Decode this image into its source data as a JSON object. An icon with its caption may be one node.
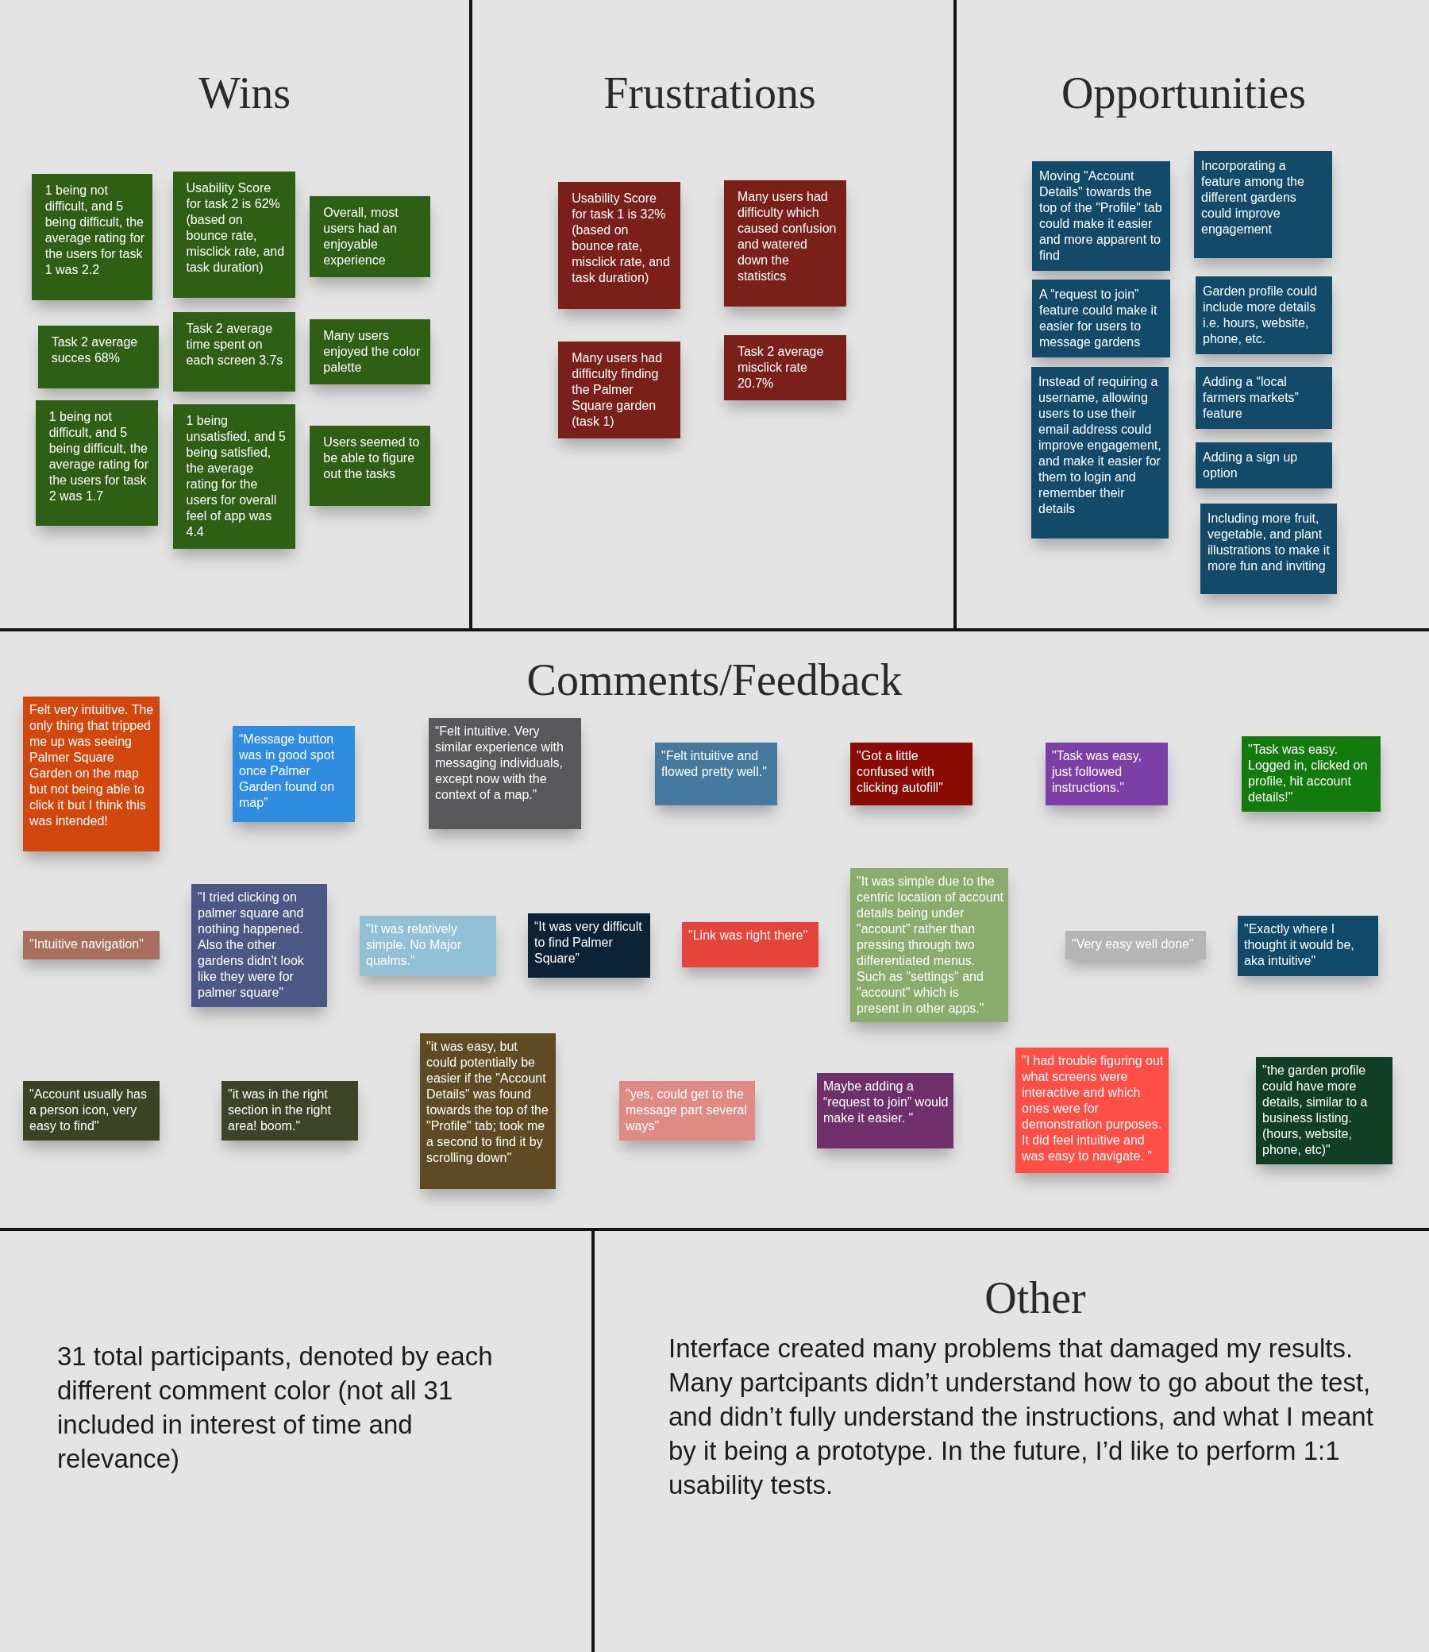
{
  "diagram": {
    "nodes": [
      {
        "text": [
          "Wins"
        ]
      },
      {
        "text": [
          "1 being not difficult, and 5 being difficult, the average rating for the users for task 1 was 2.2"
        ],
        "in": 0
      },
      {
        "text": [
          "Usability Score for task 2 is 62% (based on bounce rate, misclick rate, and task duration)"
        ],
        "in": 0
      },
      {
        "text": [
          "Overall, most users had an enjoyable experience"
        ],
        "in": 0
      },
      {
        "text": [
          "Task 2 average succes 68%"
        ],
        "in": 0
      },
      {
        "text": [
          "Task 2 average time spent on each screen 3.7s"
        ],
        "in": 0
      },
      {
        "text": [
          "Many users enjoyed the color palette"
        ],
        "in": 0
      },
      {
        "text": [
          "1 being not difficult, and 5 being difficult, the average rating for the users for task 2 was 1.7"
        ],
        "in": 0
      },
      {
        "text": [
          "1 being unsatisfied, and 5 being satisfied, the average rating for the users for overall feel of app was 4.4"
        ],
        "in": 0
      },
      {
        "text": [
          "Users seemed to be able to figure out the tasks"
        ],
        "in": 0
      },
      {
        "text": [
          "Frustrations"
        ]
      },
      {
        "text": [
          "Usability Score for task 1 is 32% (based on bounce rate, misclick rate, and task duration)"
        ],
        "in": 10
      },
      {
        "text": [
          "Many users had difficulty which caused confusion and watered down the statistics"
        ],
        "in": 10
      },
      {
        "text": [
          "Many users had difficulty finding the Palmer Square garden (task 1)"
        ],
        "in": 10
      },
      {
        "text": [
          "Task 2 average misclick rate 20.7%"
        ],
        "in": 10
      },
      {
        "text": [
          "Opportunities"
        ]
      },
      {
        "text": [
          "Moving \"Account Details\" towards the top of the \"Profile\" tab could make it easier and more apparent to find"
        ],
        "in": 15
      },
      {
        "text": [
          "Incorporating a feature among the different gardens could improve engagement"
        ],
        "in": 15
      },
      {
        "text": [
          "A “request to join” feature could make it easier for users to message gardens"
        ],
        "in": 15
      },
      {
        "text": [
          "Garden profile could include more details i.e. hours, website, phone, etc."
        ],
        "in": 15
      },
      {
        "text": [
          "Instead of requiring a username, allowing users to use their email address could improve engagement, and make it easier for them to login and remember their details"
        ],
        "in": 15
      },
      {
        "text": [
          "Adding a “local farmers markets” feature"
        ],
        "in": 15
      },
      {
        "text": [
          "Adding a sign up option"
        ],
        "in": 15
      },
      {
        "text": [
          "Including more fruit, vegetable, and plant illustrations to make it more fun and inviting"
        ],
        "in": 15
      },
      {
        "text": [
          "Comments/Feedback"
        ]
      },
      {
        "text": [
          "Felt very intuitive. The only thing that tripped me up was seeing Palmer Square Garden on the map but not being able to click it but I think this was intended!"
        ],
        "in": 24
      },
      {
        "text": [
          "“Message button was in good spot once Palmer Garden found on map”"
        ],
        "in": 24
      },
      {
        "text": [
          "“Felt intuitive. Very similar experience with messaging individuals, except now with the context of a map.”"
        ],
        "in": 24
      },
      {
        "text": [
          "\"Felt intuitive and flowed pretty well.\""
        ],
        "in": 24
      },
      {
        "text": [
          "\"Got a little confused with clicking autofill\""
        ],
        "in": 24
      },
      {
        "text": [
          "\"Task was easy, just followed instructions.\""
        ],
        "in": 24
      },
      {
        "text": [
          "\"Task was easy. Logged in, clicked on profile, hit account details!\""
        ],
        "in": 24
      },
      {
        "text": [
          "\"Intuitive navigation\""
        ],
        "in": 24
      },
      {
        "text": [
          "\"I tried clicking on palmer square and nothing happened. Also the other gardens didn't look like they were for palmer square\""
        ],
        "in": 24
      },
      {
        "text": [
          "\"It was relatively simple. No Major qualms.\""
        ],
        "in": 24
      },
      {
        "text": [
          "“It was very difficult to find Palmer Square”"
        ],
        "in": 24
      },
      {
        "text": [
          "\"Link was right there\""
        ],
        "in": 24
      },
      {
        "text": [
          "\"It was simple due to the centric location of account details being under \"account\" rather than pressing through two differentiated menus. Such as \"settings\" and \"account\" which is present in other apps.\""
        ],
        "in": 24
      },
      {
        "text": [
          "\"Very easy well done\""
        ],
        "in": 24
      },
      {
        "text": [
          "\"Exactly where I thought it would be, aka intuitive\""
        ],
        "in": 24
      },
      {
        "text": [
          "\"Account usually has a person icon, very easy to find\""
        ],
        "in": 24
      },
      {
        "text": [
          "\"it was in the right section in the right area! boom.\""
        ],
        "in": 24
      },
      {
        "text": [
          "\"it was easy, but could potentially be easier if the \"Account Details\" was found towards the top of the \"Profile\" tab; took me a second to find it by scrolling down\""
        ],
        "in": 24
      },
      {
        "text": [
          "\"yes, could get to the message part several ways\""
        ],
        "in": 24
      },
      {
        "text": [
          "Maybe adding a “request to join” would make it easier. \""
        ],
        "in": 24
      },
      {
        "text": [
          "\"I had trouble figuring out what screens were interactive and which ones were for demonstration purposes. It did feel intuitive and was easy to navigate. \""
        ],
        "in": 24
      },
      {
        "text": [
          "\"the garden profile could have more details, similar to a business listing. (hours, website, phone, etc)\""
        ],
        "in": 24
      },
      {
        "text": [
          "31 total participants, denoted by each different comment color (not all 31 included in interest of time and relevance)"
        ]
      },
      {
        "text": [
          "Other",
          "Interface created many problems that damaged my results. Many partcipants didn’t understand how to go about the test, and didn’t fully understand the instructions, and what I meant by it being a prototype. In the future, I’d like to perform 1:1 usability tests."
        ]
      }
    ]
  }
}
